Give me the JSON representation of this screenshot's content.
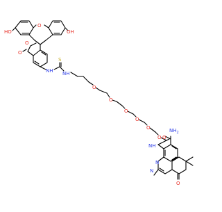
{
  "colors": {
    "bond": "#000000",
    "oxygen": "#e8322a",
    "nitrogen": "#2f3fe8",
    "sulfur": "#c9b02a",
    "background": "#ffffff"
  },
  "labels": {
    "ho_left": "HO",
    "o_top_ketone": "O",
    "oh_right": "OH",
    "lactone_o_ring": "O",
    "lactone_o_carbonyl": "O",
    "nh_thiourea_left": "NH",
    "s_thiourea": "S",
    "nh_thiourea_right": "NH",
    "o_peg1": "O",
    "o_peg2": "O",
    "o_peg3": "O",
    "o_peg4": "O",
    "o_peg5": "O",
    "o_peg6": "O",
    "amide_nh2": "NH",
    "amide_nh2_sub": "2",
    "amide_o": "O",
    "nh_aniline": "NH",
    "n_pyrazole_1": "N",
    "n_pyrazole_2": "N",
    "o_ketone": "O"
  }
}
